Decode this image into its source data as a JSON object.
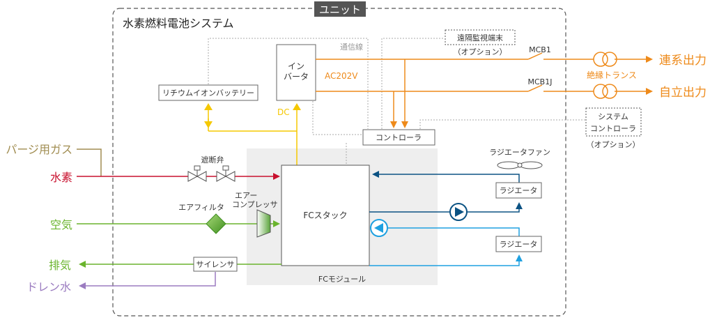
{
  "unit_label": "ユニット",
  "system_title": "水素燃料電池システム",
  "comm_line_label": "通信線",
  "inverter": {
    "line1": "イン",
    "line2": "バータ"
  },
  "ac_label": "AC202V",
  "dc_label": "DC",
  "battery_label": "リチウムイオンバッテリー",
  "controller_label": "コントローラ",
  "remote_monitor": {
    "label": "遠隔監視端末",
    "note": "（オプション）"
  },
  "system_controller": {
    "line1": "システム",
    "line2": "コントローラ",
    "note": "（オプション）"
  },
  "breakers": {
    "mcb1": "MCB1",
    "mcb1j": "MCB1J"
  },
  "transformer_label": "絶縁トランス",
  "outputs": {
    "grid": "連系出力",
    "standalone": "自立出力"
  },
  "inputs": {
    "purge_gas": "パージ用ガス",
    "hydrogen": "水素",
    "air": "空気"
  },
  "exhausts": {
    "exhaust": "排気",
    "drain": "ドレン水"
  },
  "shutoff_valve_label": "遮断弁",
  "air_filter_label": "エアフィルタ",
  "air_compressor": {
    "line1": "エアー",
    "line2": "コンプレッサ"
  },
  "fc_stack_label": "FCスタック",
  "fc_module_label": "FCモジュール",
  "silencer_label": "サイレンサ",
  "radiator_fan_label": "ラジエータファン",
  "radiators": [
    "ラジエータ",
    "ラジエータ"
  ],
  "colors": {
    "ac": "#ee8a1a",
    "dc": "#f5c800",
    "hydrogen": "#c8102e",
    "air": "#6ab42d",
    "purge": "#a08c50",
    "drain": "#9b7cc0",
    "coolant_dark": "#0b5283",
    "coolant_light": "#1ea0e0",
    "comm": "#a0a0a0",
    "module_bg": "#eeeeee"
  }
}
